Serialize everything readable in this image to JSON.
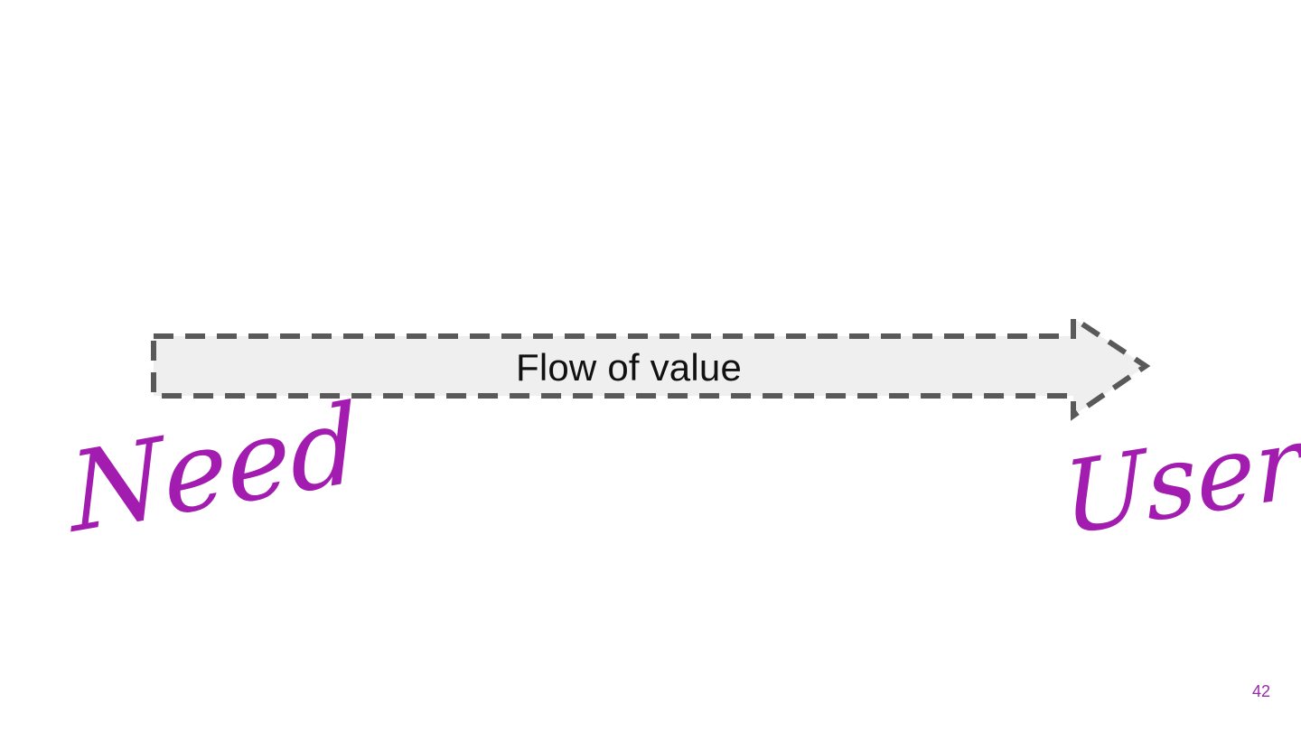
{
  "diagram": {
    "arrow_label": "Flow of value",
    "start_label": "Need",
    "end_label": "User"
  },
  "colors": {
    "arrow_fill": "#efefef",
    "arrow_stroke": "#595959",
    "handwriting": "#a21caf",
    "page_number": "#9c27b0"
  },
  "footer": {
    "page_number": "42"
  }
}
